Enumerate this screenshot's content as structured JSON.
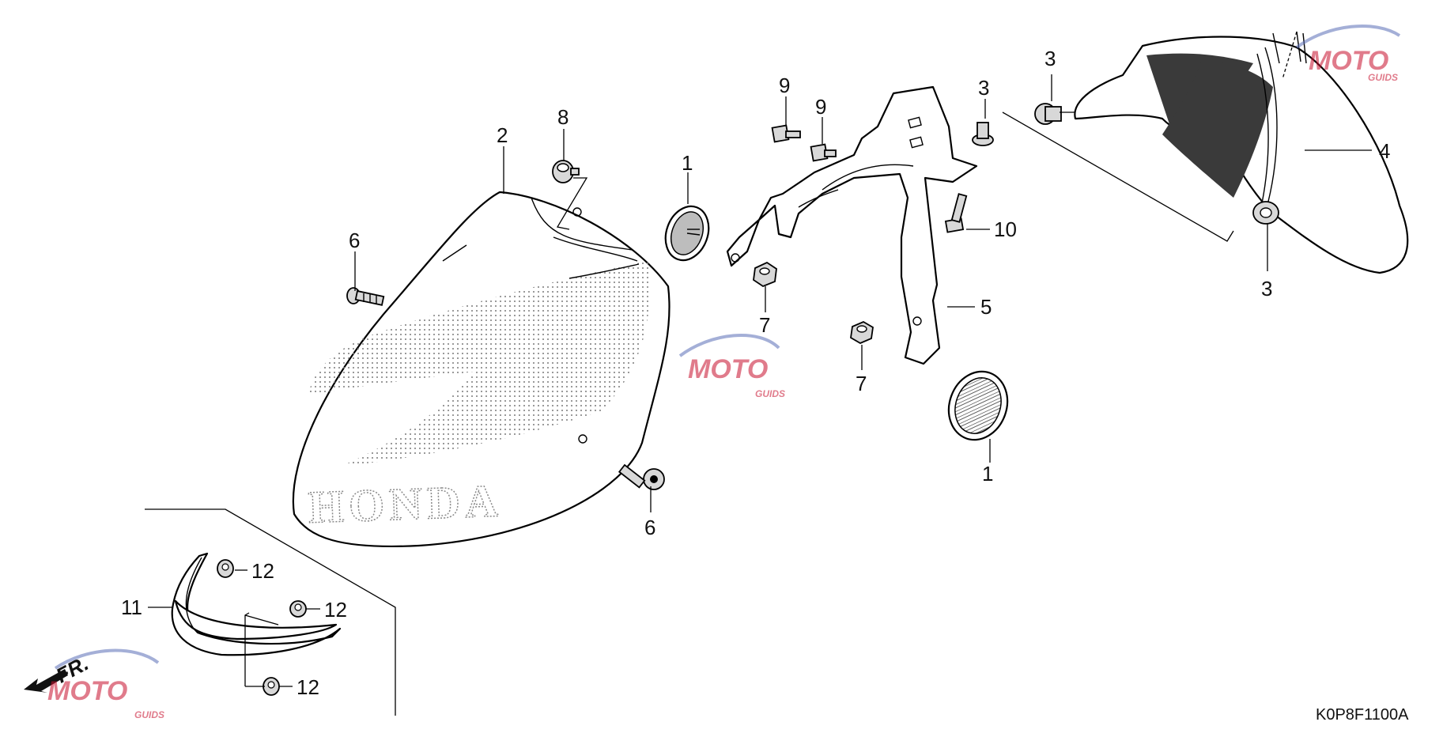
{
  "diagram_code": "K0P8F1100A",
  "front_marker": "FR.",
  "brand_text": "HONDA",
  "watermark": {
    "text": "MOTO",
    "subtext": "GUIDS",
    "accent": "#c8102e",
    "swoosh": "#5b6fb8"
  },
  "callouts": {
    "c1a": "1",
    "c1b": "1",
    "c2": "2",
    "c3a": "3",
    "c3b": "3",
    "c3c": "3",
    "c4": "4",
    "c5": "5",
    "c6a": "6",
    "c6b": "6",
    "c7a": "7",
    "c7b": "7",
    "c8": "8",
    "c9a": "9",
    "c9b": "9",
    "c10": "10",
    "c11": "11",
    "c12a": "12",
    "c12b": "12",
    "c12c": "12"
  }
}
